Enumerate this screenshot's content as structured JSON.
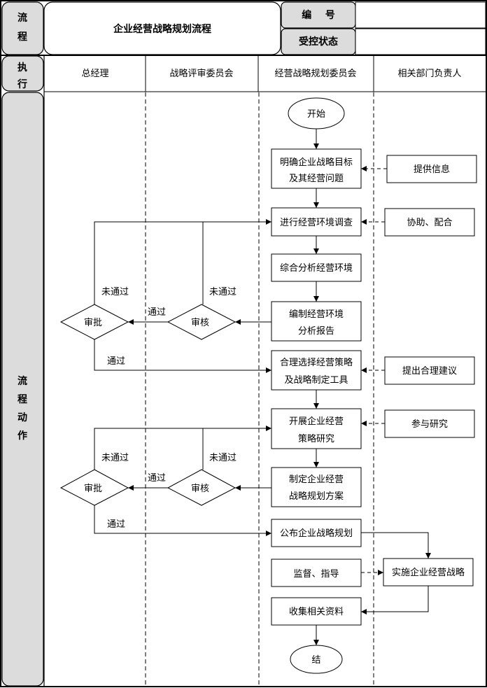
{
  "header": {
    "process_label": [
      "流",
      "程"
    ],
    "title": "企业经营战略规划流程",
    "number_label": "编    号",
    "control_status_label": "受控状态",
    "number_value": "",
    "control_status_value": ""
  },
  "lanes_header": {
    "side_label": [
      "执",
      "行"
    ],
    "lanes": [
      "总经理",
      "战略评审委员会",
      "经营战略规划委员会",
      "相关部门负责人"
    ]
  },
  "side_body": {
    "label": [
      "流",
      "程",
      "动",
      "作"
    ]
  },
  "nodes": {
    "start": "开始",
    "clarify": [
      "明确企业战略目标",
      "及其经营问题"
    ],
    "provide_info": "提供信息",
    "survey": "进行经营环境调查",
    "assist": "协助、配合",
    "analyze": "综合分析经营环境",
    "report": [
      "编制经营环境",
      "分析报告"
    ],
    "review1": "审核",
    "approve1": "审批",
    "select": [
      "合理选择经营策略",
      "及战略制定工具"
    ],
    "suggest": "提出合理建议",
    "research": [
      "开展企业经营",
      "策略研究"
    ],
    "participate": "参与研究",
    "plan": [
      "制定企业经营",
      "战略规划方案"
    ],
    "review2": "审核",
    "approve2": "审批",
    "publish": "公布企业战略规划",
    "supervise": "监督、指导",
    "implement": "实施企业经营战略",
    "collect": "收集相关资料",
    "end": "结"
  },
  "edge_labels": {
    "not_passed": "未通过",
    "passed": "通过"
  }
}
